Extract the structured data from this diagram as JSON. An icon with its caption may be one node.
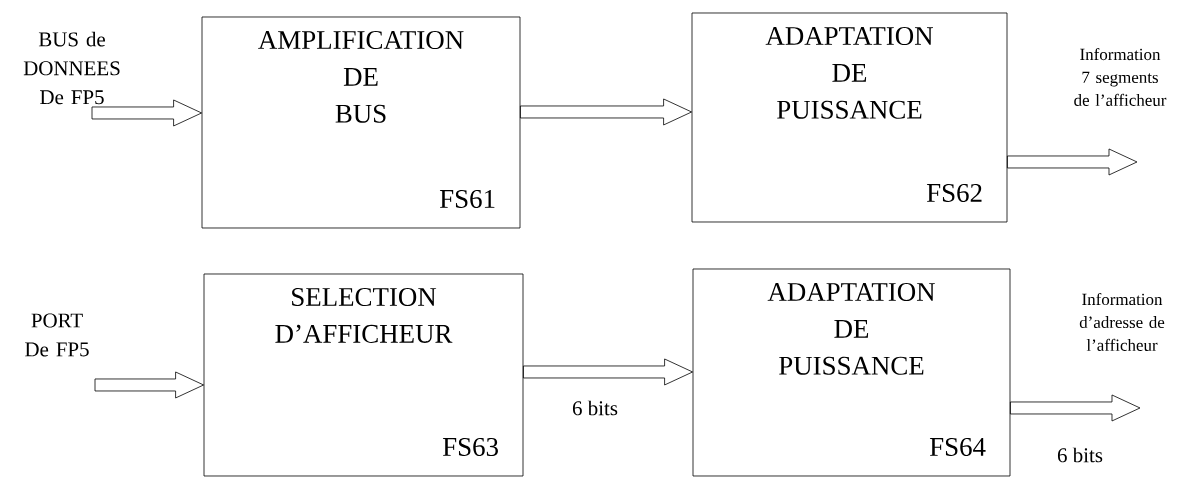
{
  "diagram": {
    "nodes": [
      {
        "text": [
          "BUS de DONNEES De FP5"
        ]
      },
      {
        "text": [
          "AMPLIFICATION DE BUS",
          "FS61"
        ]
      },
      {
        "text": [
          "ADAPTATION DE PUISSANCE",
          "FS62"
        ]
      },
      {
        "text": [
          "Information 7 segments de l’afficheur"
        ]
      },
      {
        "text": [
          "PORT De FP5"
        ]
      },
      {
        "text": [
          "SELECTION D’AFFICHEUR",
          "FS63"
        ]
      },
      {
        "text": [
          "ADAPTATION DE PUISSANCE",
          "FS64"
        ]
      },
      {
        "text": [
          "Information d’adresse de l’afficheur"
        ]
      }
    ],
    "edges": [
      {
        "from": 0,
        "to": 1,
        "arrow": "to"
      },
      {
        "from": 1,
        "to": 2,
        "arrow": "to"
      },
      {
        "from": 2,
        "to": 3,
        "arrow": "to"
      },
      {
        "from": 4,
        "to": 5,
        "arrow": "to"
      },
      {
        "from": 5,
        "to": 6,
        "arrow": "to",
        "label": "6 bits"
      },
      {
        "from": 6,
        "to": 7,
        "arrow": "to",
        "label": "6 bits"
      }
    ]
  }
}
